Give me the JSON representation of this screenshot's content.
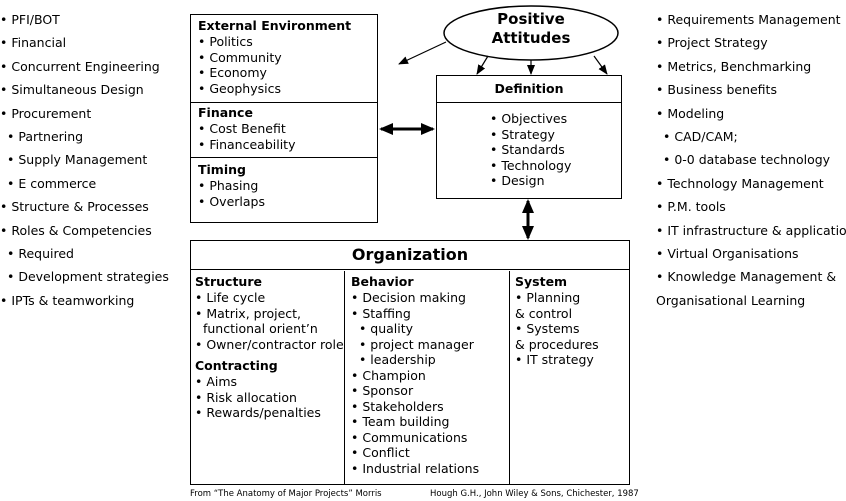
{
  "left_list": [
    {
      "text": "• PFI/BOT",
      "indent": false
    },
    {
      "text": "• Financial",
      "indent": false
    },
    {
      "text": "• Concurrent Engineering",
      "indent": false
    },
    {
      "text": "• Simultaneous Design",
      "indent": false
    },
    {
      "text": "• Procurement",
      "indent": false
    },
    {
      "text": "• Partnering",
      "indent": true
    },
    {
      "text": "• Supply Management",
      "indent": true
    },
    {
      "text": "• E commerce",
      "indent": true
    },
    {
      "text": "• Structure & Processes",
      "indent": false
    },
    {
      "text": "• Roles & Competencies",
      "indent": false
    },
    {
      "text": "• Required",
      "indent": true
    },
    {
      "text": "• Development strategies",
      "indent": true
    },
    {
      "text": "• IPTs & teamworking",
      "indent": false
    }
  ],
  "right_list": [
    {
      "text": "• Requirements Management",
      "indent": false
    },
    {
      "text": "• Project Strategy",
      "indent": false
    },
    {
      "text": "• Metrics, Benchmarking",
      "indent": false
    },
    {
      "text": "• Business benefits",
      "indent": false
    },
    {
      "text": "• Modeling",
      "indent": false
    },
    {
      "text": "• CAD/CAM;",
      "indent": true
    },
    {
      "text": "• 0-0 database technology",
      "indent": true
    },
    {
      "text": "• Technology Management",
      "indent": false
    },
    {
      "text": "• P.M. tools",
      "indent": false
    },
    {
      "text": "• IT infrastructure & applications",
      "indent": false
    },
    {
      "text": "• Virtual Organisations",
      "indent": false
    },
    {
      "text": "• Knowledge Management &",
      "indent": false
    },
    {
      "text": "Organisational Learning",
      "indent": false
    }
  ],
  "environment_box": {
    "sections": [
      {
        "title": "External Environment",
        "items": [
          "• Politics",
          "• Community",
          "• Economy",
          "• Geophysics"
        ]
      },
      {
        "title": "Finance",
        "items": [
          "• Cost Benefit",
          "• Financeability"
        ]
      },
      {
        "title": "Timing",
        "items": [
          "• Phasing",
          "• Overlaps"
        ]
      }
    ]
  },
  "attitudes": {
    "line1": "Positive",
    "line2": "Attitudes"
  },
  "definition_box": {
    "title": "Definition",
    "items": [
      "• Objectives",
      "• Strategy",
      "• Standards",
      "• Technology",
      "• Design"
    ]
  },
  "organization_box": {
    "title": "Organization",
    "structure": {
      "title": "Structure",
      "items": [
        "• Life cycle",
        "• Matrix, project,",
        "  functional orient’n",
        "• Owner/contractor role"
      ]
    },
    "contracting": {
      "title": "Contracting",
      "items": [
        "• Aims",
        "• Risk allocation",
        "• Rewards/penalties"
      ]
    },
    "behavior": {
      "title": "Behavior",
      "items": [
        "• Decision making",
        "• Staffing",
        "  • quality",
        "  • project manager",
        "  • leadership",
        "• Champion",
        "• Sponsor",
        "• Stakeholders",
        "• Team building",
        "• Communications",
        "• Conflict",
        "• Industrial relations"
      ]
    },
    "system": {
      "title": "System",
      "items": [
        "• Planning",
        "& control",
        "• Systems",
        "& procedures",
        "• IT strategy"
      ]
    }
  },
  "caption_left": "From “The Anatomy of Major Projects” Morris",
  "caption_right": "Hough G.H., John Wiley & Sons, Chichester, 1987"
}
